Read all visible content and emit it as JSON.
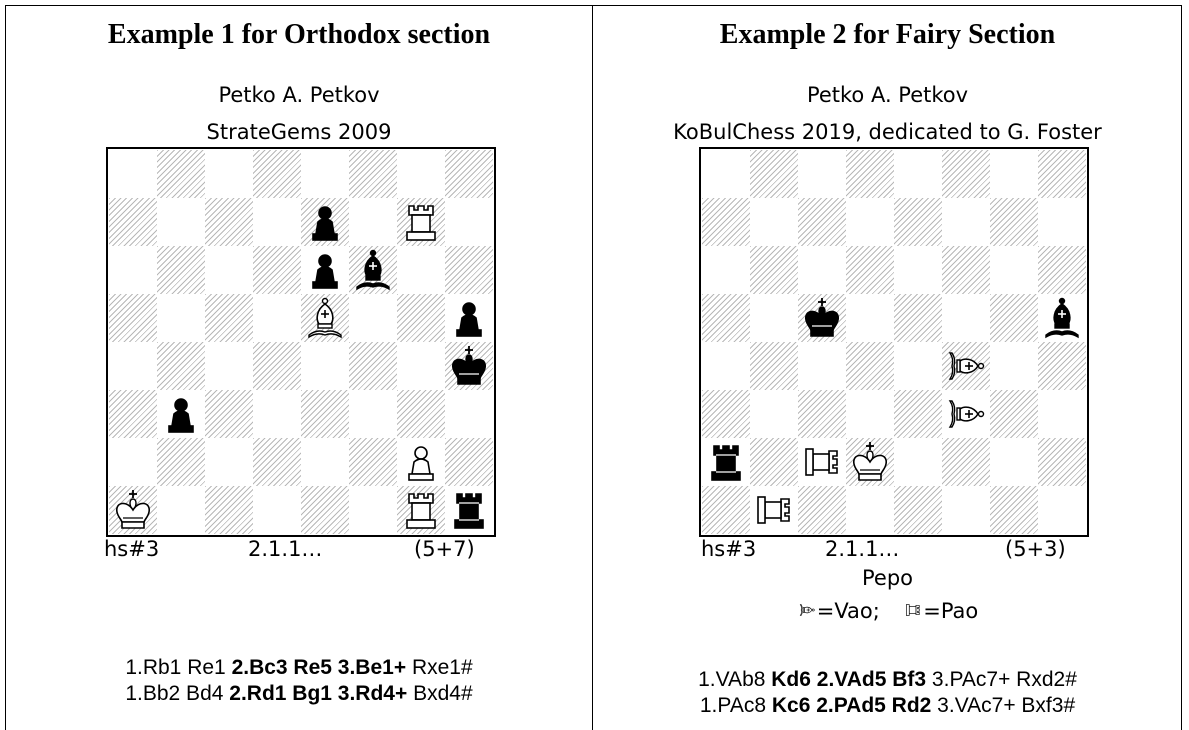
{
  "left": {
    "title": "Example 1 for Orthodox section",
    "author": "Petko A. Petkov",
    "source": "StrateGems 2009",
    "stipulation": "hs#3",
    "twins": "2.1.1…",
    "count": "(5+7)",
    "pieces": [
      {
        "sq": "e7",
        "p": "bP",
        "name": "black-pawn-icon"
      },
      {
        "sq": "g7",
        "p": "wR",
        "name": "white-rook-icon"
      },
      {
        "sq": "e6",
        "p": "bP",
        "name": "black-pawn-icon"
      },
      {
        "sq": "f6",
        "p": "bB",
        "name": "black-bishop-icon"
      },
      {
        "sq": "e5",
        "p": "wB",
        "name": "white-bishop-icon"
      },
      {
        "sq": "h5",
        "p": "bP",
        "name": "black-pawn-icon"
      },
      {
        "sq": "h4",
        "p": "bK",
        "name": "black-king-icon"
      },
      {
        "sq": "b3",
        "p": "bP",
        "name": "black-pawn-icon"
      },
      {
        "sq": "g2",
        "p": "wP",
        "name": "white-pawn-icon"
      },
      {
        "sq": "a1",
        "p": "wK",
        "name": "white-king-icon"
      },
      {
        "sq": "g1",
        "p": "wR",
        "name": "white-rook-icon"
      },
      {
        "sq": "h1",
        "p": "bR",
        "name": "black-rook-icon"
      }
    ],
    "solution": [
      [
        {
          "t": "1.Rb1 Re1 ",
          "b": false
        },
        {
          "t": "2.Bc3 Re5 3.Be1+",
          "b": true
        },
        {
          "t": " Rxe1#",
          "b": false
        }
      ],
      [
        {
          "t": "1.Bb2 Bd4 ",
          "b": false
        },
        {
          "t": "2.Rd1 Bg1 3.Rd4+",
          "b": true
        },
        {
          "t": " Bxd4#",
          "b": false
        }
      ]
    ]
  },
  "right": {
    "title": "Example 2 for Fairy Section",
    "author": "Petko A. Petkov",
    "source": "KoBulChess 2019, dedicated to G. Foster",
    "stipulation": "hs#3",
    "twins": "2.1.1…",
    "count": "(5+3)",
    "legend_title": "Pepo",
    "legend_vao": "=Vao;",
    "legend_pao": "=Pao",
    "pieces": [
      {
        "sq": "c5",
        "p": "bK",
        "name": "black-king-icon"
      },
      {
        "sq": "h5",
        "p": "bB",
        "name": "black-bishop-icon"
      },
      {
        "sq": "f4",
        "p": "wV",
        "name": "white-vao-icon"
      },
      {
        "sq": "f3",
        "p": "wV",
        "name": "white-vao-icon"
      },
      {
        "sq": "a2",
        "p": "bR",
        "name": "black-rook-icon"
      },
      {
        "sq": "c2",
        "p": "wPao",
        "name": "white-pao-icon"
      },
      {
        "sq": "d2",
        "p": "wK",
        "name": "white-king-icon"
      },
      {
        "sq": "b1",
        "p": "wPao",
        "name": "white-pao-icon"
      }
    ],
    "solution": [
      [
        {
          "t": "1.VAb8 ",
          "b": false
        },
        {
          "t": "Kd6 2.VAd5 Bf3",
          "b": true
        },
        {
          "t": " 3.PAc7+ Rxd2#",
          "b": false
        }
      ],
      [
        {
          "t": "1.PAc8 ",
          "b": false
        },
        {
          "t": "Kc6 2.PAd5 Rd2",
          "b": true
        },
        {
          "t": " 3.VAc7+ Bxf3#",
          "b": false
        }
      ]
    ]
  }
}
